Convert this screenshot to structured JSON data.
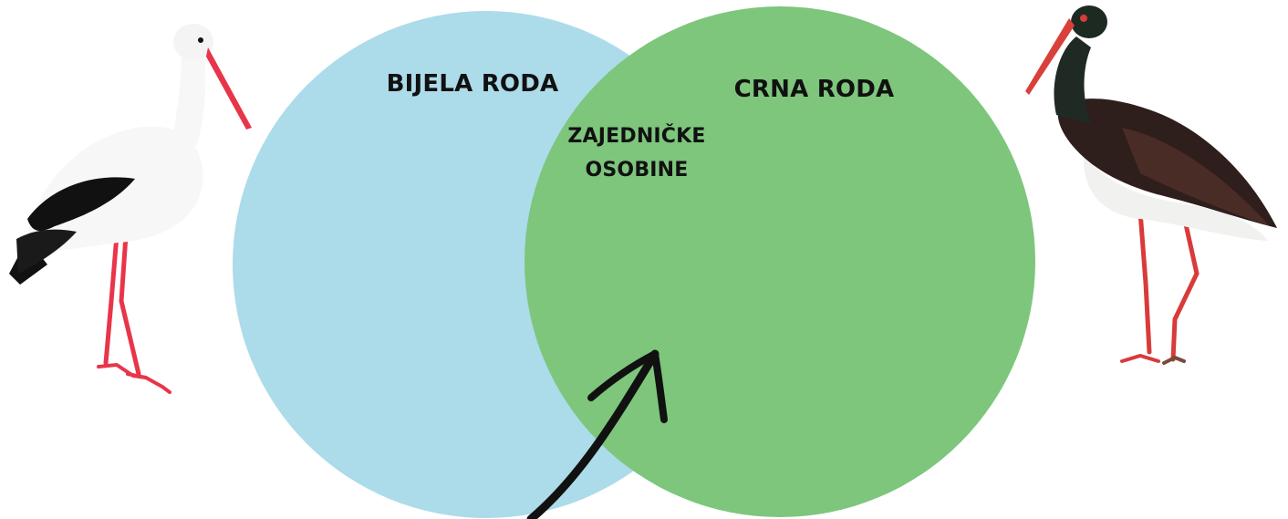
{
  "diagram": {
    "type": "venn",
    "left_set": {
      "label": "BIJELA RODA",
      "color": "#acdbea"
    },
    "right_set": {
      "label": "CRNA RODA",
      "color": "#7dc67c"
    },
    "intersection": {
      "label_line1": "ZAJEDNIČKE",
      "label_line2": "OSOBINE"
    }
  },
  "images": {
    "left_bird": "white-stork",
    "right_bird": "black-stork"
  },
  "arrow": {
    "color": "#111111"
  }
}
